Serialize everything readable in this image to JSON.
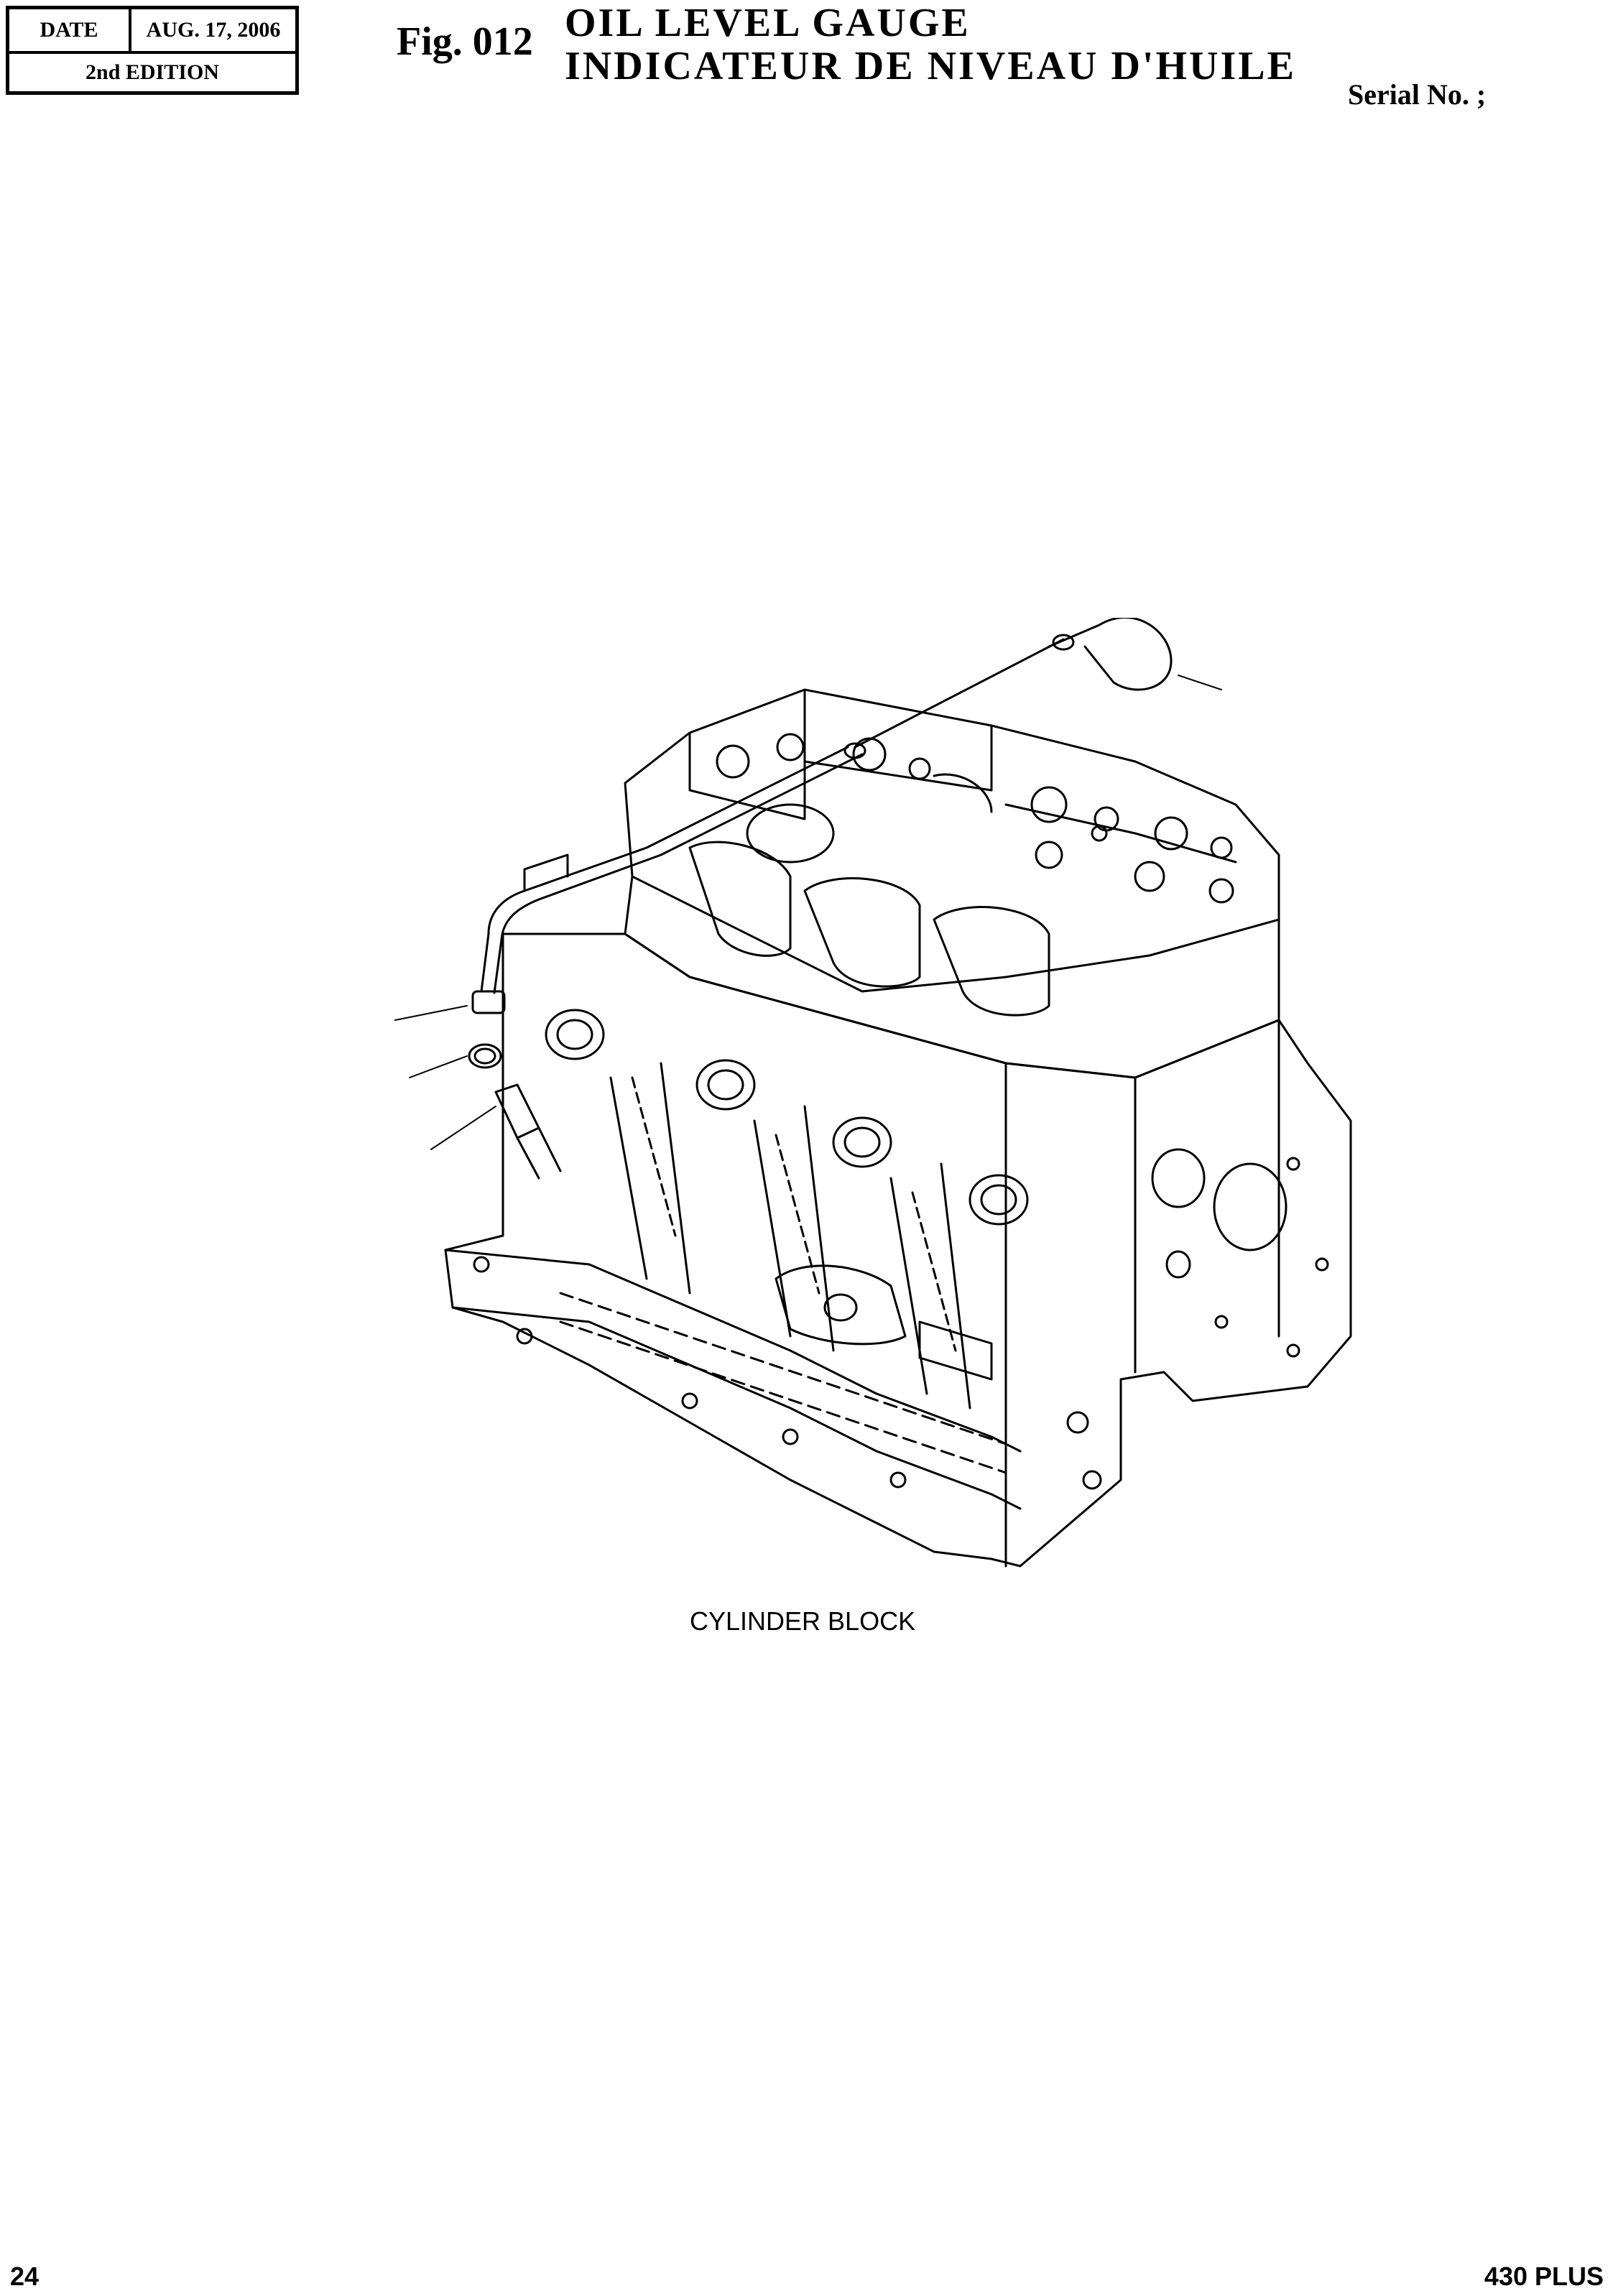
{
  "header": {
    "date_label": "DATE",
    "date_value": "AUG. 17, 2006",
    "edition": "2nd EDITION",
    "fig_number": "Fig. 012",
    "title_en": "OIL  LEVEL  GAUGE",
    "title_fr": "INDICATEUR  DE  NIVEAU  D'HUILE",
    "serial": "Serial No. ;"
  },
  "diagram": {
    "caption": "CYLINDER BLOCK"
  },
  "footer": {
    "page_number": "24",
    "model": "430 PLUS"
  }
}
